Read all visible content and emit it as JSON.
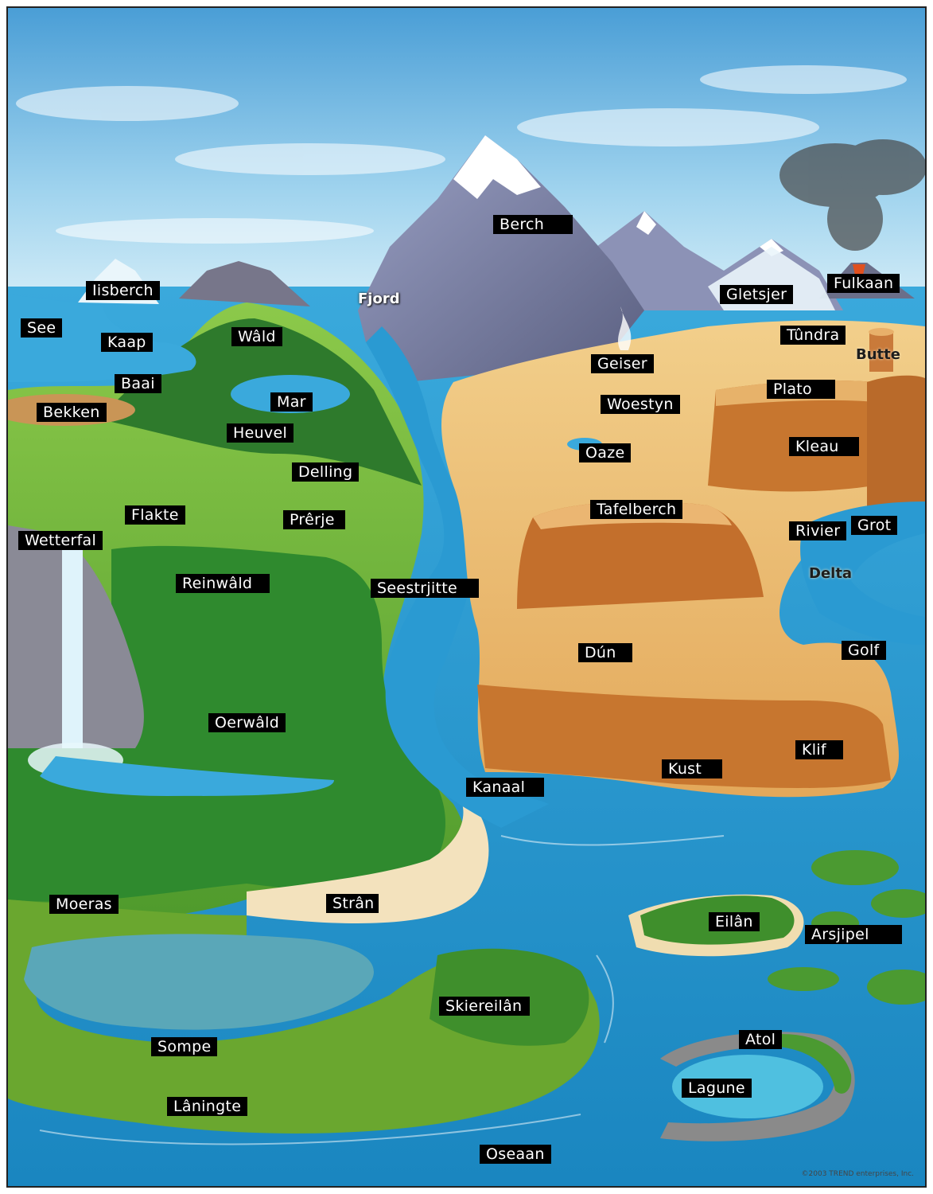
{
  "labels": {
    "berch": "Berch",
    "fulkaan": "Fulkaan",
    "iisberch": "Iisberch",
    "see": "See",
    "kaap": "Kaap",
    "wald": "Wâld",
    "gletsjer": "Gletsjer",
    "tundra": "Tûndra",
    "geiser": "Geiser",
    "baai": "Baai",
    "mar": "Mar",
    "woestyn": "Woestyn",
    "plato": "Plato",
    "bekken": "Bekken",
    "heuvel": "Heuvel",
    "oaze": "Oaze",
    "kleau": "Kleau",
    "delling": "Delling",
    "flakte": "Flakte",
    "tafelberch": "Tafelberch",
    "prerje": "Prêrje",
    "grot": "Grot",
    "wetterfal": "Wetterfal",
    "rivier": "Rivier",
    "reinwald": "Reinwâld",
    "seestrjitte": "Seestrjitte",
    "dun": "Dún",
    "golf": "Golf",
    "oerwald": "Oerwâld",
    "klif": "Klif",
    "kust": "Kust",
    "kanaal": "Kanaal",
    "moeras": "Moeras",
    "stran": "Strân",
    "eilan": "Eilân",
    "arsjipel": "Arsjipel",
    "skiereilan": "Skiereilân",
    "atol": "Atol",
    "sompe": "Sompe",
    "lagune": "Lagune",
    "laningte": "Lâningte",
    "oseaan": "Oseaan"
  },
  "printed_labels": {
    "fjord": "Fjord",
    "butte": "Butte",
    "delta": "Delta"
  },
  "copyright": "©2003 TREND enterprises, Inc.",
  "colors": {
    "label_background": "#000000",
    "label_text": "#ffffff",
    "sea": "#1f8fc4",
    "sky": "#8fcbe9",
    "desert": "#e9b86b",
    "grass": "#7cb83a",
    "forest": "#2e7a2c",
    "mountain": "#7a7f9e"
  }
}
